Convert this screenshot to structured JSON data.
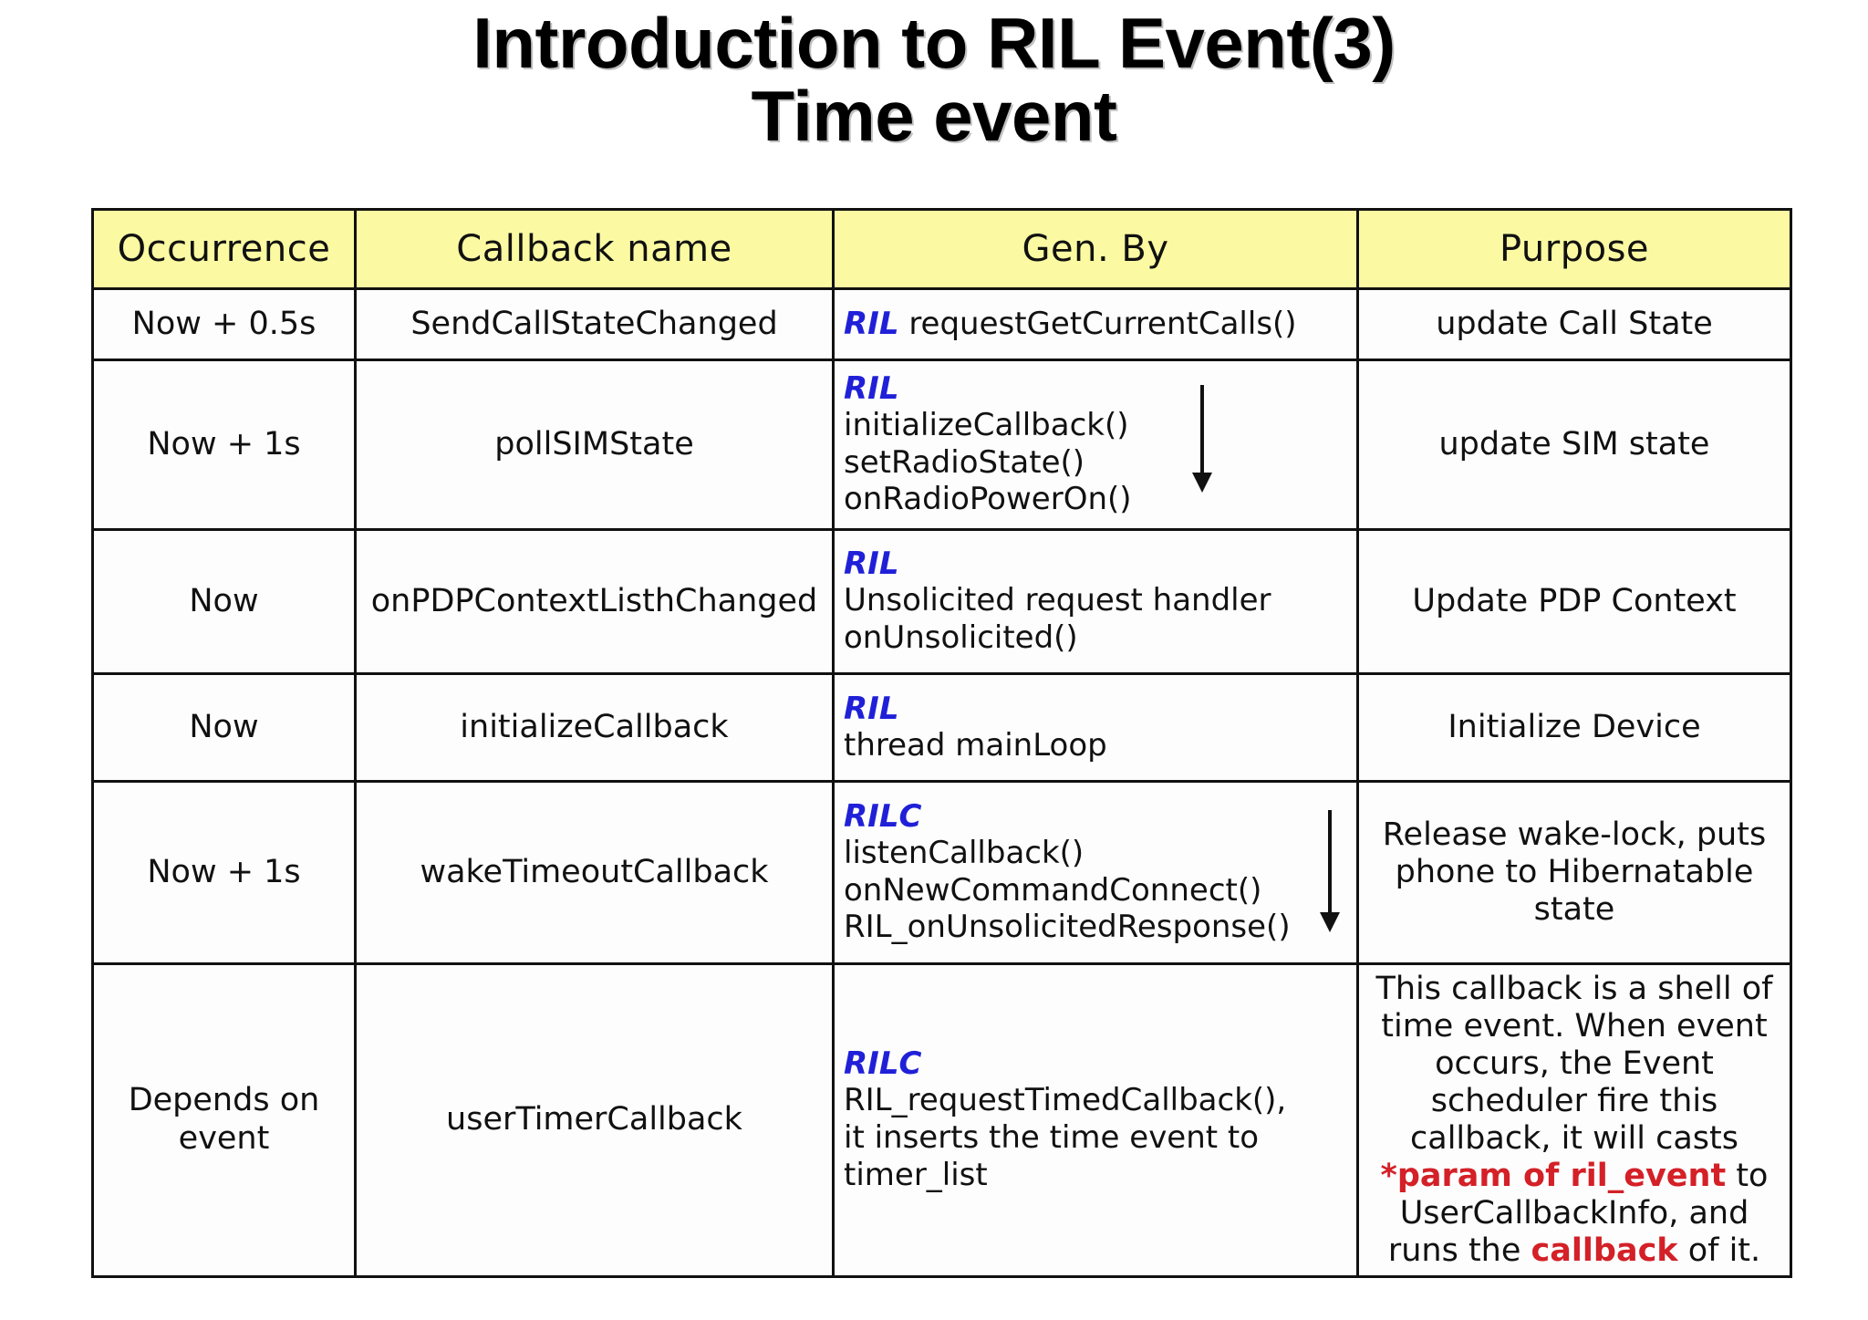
{
  "title": {
    "line1": "Introduction to RIL Event(3)",
    "line2": "Time event"
  },
  "colors": {
    "header_background": "#fbfaa2",
    "tag_blue": "#2020d8",
    "highlight_red": "#d42027",
    "border": "#111111",
    "cell_background": "#fdfdfd"
  },
  "table": {
    "headers": {
      "occurrence": "Occurrence",
      "callback_name": "Callback name",
      "gen_by": "Gen. By",
      "purpose": "Purpose"
    },
    "rows": [
      {
        "occurrence": "Now + 0.5s",
        "callback_name": "SendCallStateChanged",
        "gen_by": {
          "tag": "RIL",
          "tag_inline": true,
          "lines": [
            "requestGetCurrentCalls()"
          ],
          "arrow": false
        },
        "purpose": {
          "text": "update Call State"
        }
      },
      {
        "occurrence": "Now + 1s",
        "callback_name": "pollSIMState",
        "gen_by": {
          "tag": "RIL",
          "tag_inline": false,
          "lines": [
            "initializeCallback()",
            "setRadioState()",
            "onRadioPowerOn()"
          ],
          "arrow": true
        },
        "purpose": {
          "text": "update SIM state"
        }
      },
      {
        "occurrence": "Now",
        "callback_name": "onPDPContextListhChanged",
        "gen_by": {
          "tag": "RIL",
          "tag_inline": false,
          "lines": [
            "Unsolicited request handler",
            "onUnsolicited()"
          ],
          "arrow": false
        },
        "purpose": {
          "text": "Update PDP Context"
        }
      },
      {
        "occurrence": "Now",
        "callback_name": "initializeCallback",
        "gen_by": {
          "tag": "RIL",
          "tag_inline": false,
          "lines": [
            "thread mainLoop"
          ],
          "arrow": false
        },
        "purpose": {
          "text": "Initialize Device"
        }
      },
      {
        "occurrence": "Now + 1s",
        "callback_name": "wakeTimeoutCallback",
        "gen_by": {
          "tag": "RILC",
          "tag_inline": false,
          "lines": [
            "listenCallback()",
            "onNewCommandConnect()",
            "RIL_onUnsolicitedResponse()"
          ],
          "arrow": true
        },
        "purpose": {
          "text": "Release wake-lock, puts phone to Hibernatable state"
        }
      },
      {
        "occurrence": "Depends on event",
        "callback_name": "userTimerCallback",
        "gen_by": {
          "tag": "RILC",
          "tag_inline": false,
          "lines": [
            "RIL_requestTimedCallback(),",
            "it inserts the time event to",
            "timer_list"
          ],
          "arrow": false
        },
        "purpose": {
          "segments": [
            {
              "text": "This callback is a shell of time event. When event occurs, the Event scheduler fire this callback, it will casts ",
              "style": "normal"
            },
            {
              "text": "*param of ril_event",
              "style": "red"
            },
            {
              "text": " to UserCallbackInfo, and runs the ",
              "style": "normal"
            },
            {
              "text": "callback",
              "style": "red"
            },
            {
              "text": " of it.",
              "style": "normal"
            }
          ]
        }
      }
    ]
  }
}
